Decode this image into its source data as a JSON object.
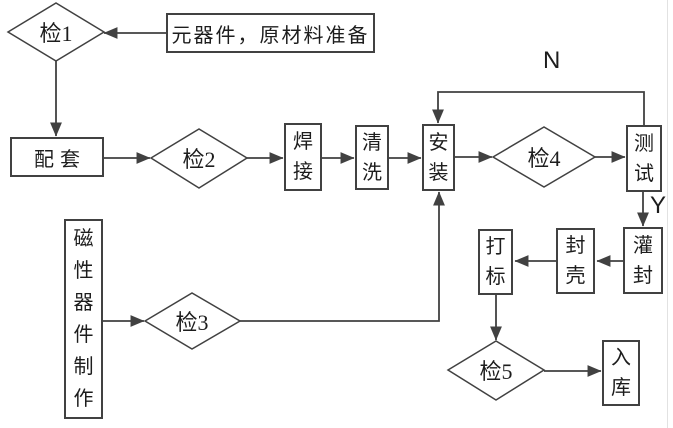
{
  "diagram": {
    "type": "flowchart",
    "background_color": "#ffffff",
    "line_color": "#414141",
    "text_color": "#1d1d1d",
    "nodes": {
      "inspect1": {
        "label": "检1",
        "shape": "diamond"
      },
      "prep": {
        "label": "元器件，原材料准备",
        "shape": "rect"
      },
      "peitao": {
        "label": "配套",
        "shape": "rect"
      },
      "inspect2": {
        "label": "检2",
        "shape": "diamond"
      },
      "hanjie": {
        "label": "焊接",
        "shape": "rect"
      },
      "qingxi": {
        "label": "清洗",
        "shape": "rect"
      },
      "anzhuang": {
        "label": "安装",
        "shape": "rect"
      },
      "inspect4": {
        "label": "检4",
        "shape": "diamond"
      },
      "ceshi": {
        "label": "测试",
        "shape": "rect"
      },
      "guanfeng": {
        "label": "灌封",
        "shape": "rect"
      },
      "fengke": {
        "label": "封壳",
        "shape": "rect"
      },
      "dabiao": {
        "label": "打标",
        "shape": "rect"
      },
      "inspect5": {
        "label": "检5",
        "shape": "diamond"
      },
      "ruku": {
        "label": "入库",
        "shape": "rect"
      },
      "cixing": {
        "label": "磁性器件制作",
        "shape": "rect"
      },
      "inspect3": {
        "label": "检3",
        "shape": "diamond"
      }
    },
    "edge_labels": {
      "no": "N",
      "yes": "Y"
    },
    "edges": [
      {
        "from": "prep",
        "to": "inspect1"
      },
      {
        "from": "inspect1",
        "to": "peitao"
      },
      {
        "from": "peitao",
        "to": "inspect2"
      },
      {
        "from": "inspect2",
        "to": "hanjie"
      },
      {
        "from": "hanjie",
        "to": "qingxi"
      },
      {
        "from": "qingxi",
        "to": "anzhuang"
      },
      {
        "from": "anzhuang",
        "to": "inspect4"
      },
      {
        "from": "inspect4",
        "to": "ceshi"
      },
      {
        "from": "ceshi",
        "to": "anzhuang",
        "label": "N"
      },
      {
        "from": "ceshi",
        "to": "guanfeng",
        "label": "Y"
      },
      {
        "from": "guanfeng",
        "to": "fengke"
      },
      {
        "from": "fengke",
        "to": "dabiao"
      },
      {
        "from": "dabiao",
        "to": "inspect5"
      },
      {
        "from": "inspect5",
        "to": "ruku"
      },
      {
        "from": "cixing",
        "to": "inspect3"
      },
      {
        "from": "inspect3",
        "to": "anzhuang"
      }
    ]
  }
}
